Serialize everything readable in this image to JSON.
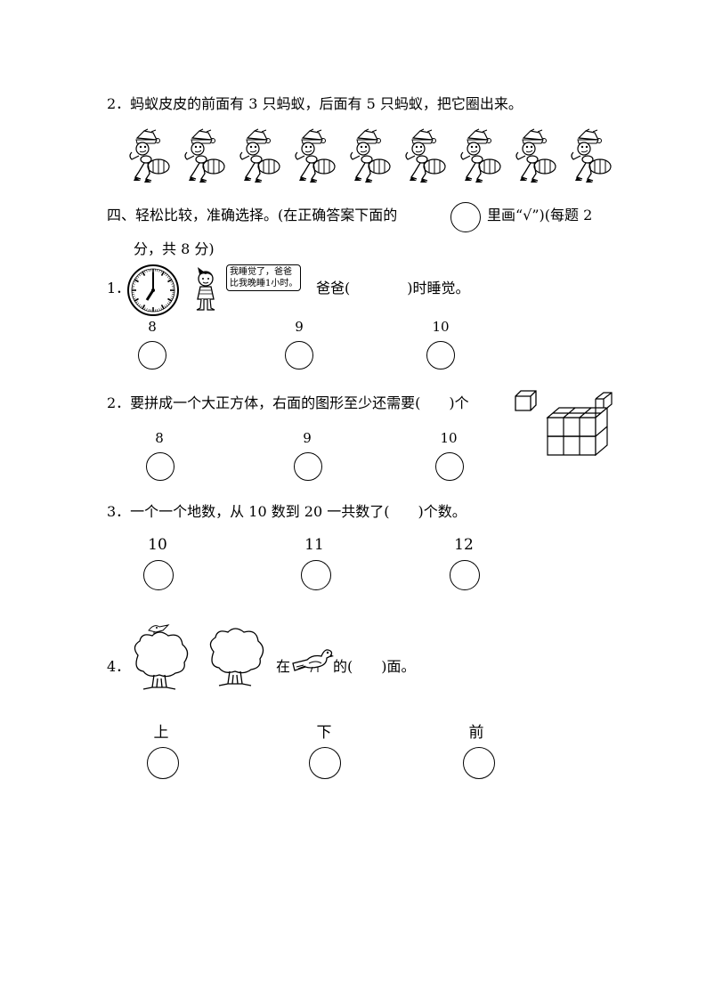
{
  "q2_ants": {
    "text": "2．蚂蚁皮皮的前面有 3 只蚂蚁，后面有 5 只蚂蚁，把它圈出来。",
    "ant_count": 9,
    "ant_icon": "ant-with-hat-icon"
  },
  "section4": {
    "header_line1_before": "四、轻松比较，准确选择。(在正确答案下面的",
    "header_line1_after": "里画“√”)(每题 2",
    "header_line2": "分，共 8 分)"
  },
  "q1": {
    "number": "1．",
    "bubble_line1": "我睡觉了，爸爸",
    "bubble_line2": "比我晚睡1小时。",
    "question": "爸爸(　　　　)时睡觉。",
    "options": [
      "8",
      "9",
      "10"
    ]
  },
  "q2": {
    "text": "2．要拼成一个大正方体，右面的图形至少还需要(　　)个",
    "options": [
      "8",
      "9",
      "10"
    ]
  },
  "q3": {
    "text": "3．一个一个地数，从 10 数到 20 一共数了(　　)个数。",
    "options": [
      "10",
      "11",
      "12"
    ]
  },
  "q4": {
    "number": "4．",
    "zai": "在",
    "rest": "的(　　)面。",
    "options": [
      "上",
      "下",
      "前"
    ]
  }
}
